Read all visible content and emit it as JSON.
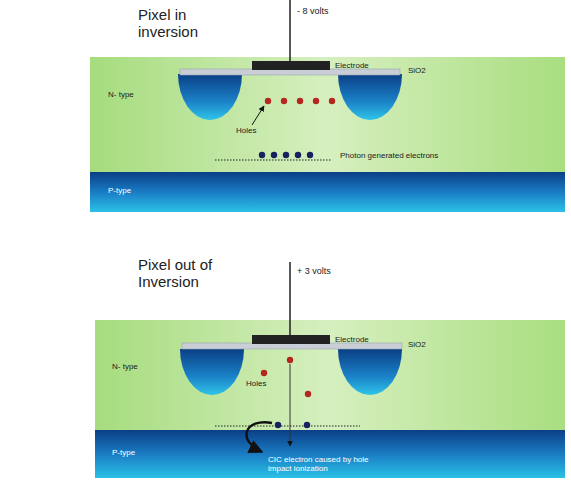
{
  "diagram": {
    "labels": [
      "Pixel in inversion",
      "- 8 volts",
      "Electrode",
      "SiO2",
      "N- type",
      "Holes",
      "Photon generated electrons",
      "P-type",
      "Pixel out of Inversion",
      "+ 3 volts",
      "Electrode",
      "SiO2",
      "N- type",
      "Holes",
      "P-type",
      "CIC electron caused by hole impact ionization"
    ]
  }
}
